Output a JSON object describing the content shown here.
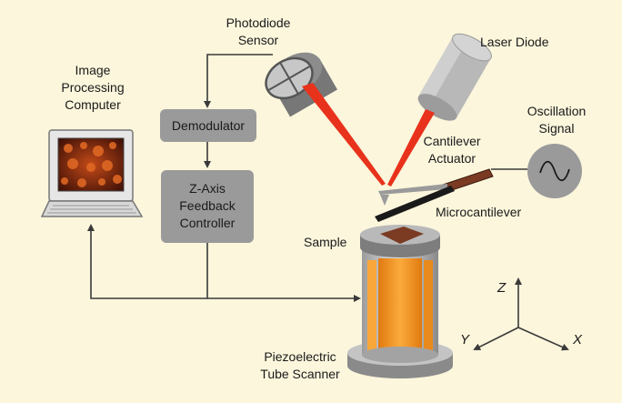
{
  "labels": {
    "photodiode": [
      "Photodiode",
      "Sensor"
    ],
    "laser": "Laser Diode",
    "computer": [
      "Image",
      "Processing",
      "Computer"
    ],
    "demodulator": "Demodulator",
    "controller": [
      "Z-Axis",
      "Feedback",
      "Controller"
    ],
    "oscillation": [
      "Oscillation",
      "Signal"
    ],
    "actuator": [
      "Cantilever",
      "Actuator"
    ],
    "microcantilever": "Microcantilever",
    "sample": "Sample",
    "scanner": [
      "Piezoelectric",
      "Tube Scanner"
    ]
  },
  "axes": {
    "z": "Z",
    "y": "Y",
    "x": "X"
  },
  "colors": {
    "background": "#fbf6dc",
    "box": "#9a9a9a",
    "laser_beam": "#e8321c",
    "piezo": "#f7941d",
    "sample": "#7a3b22",
    "line": "#4a4a4a"
  }
}
